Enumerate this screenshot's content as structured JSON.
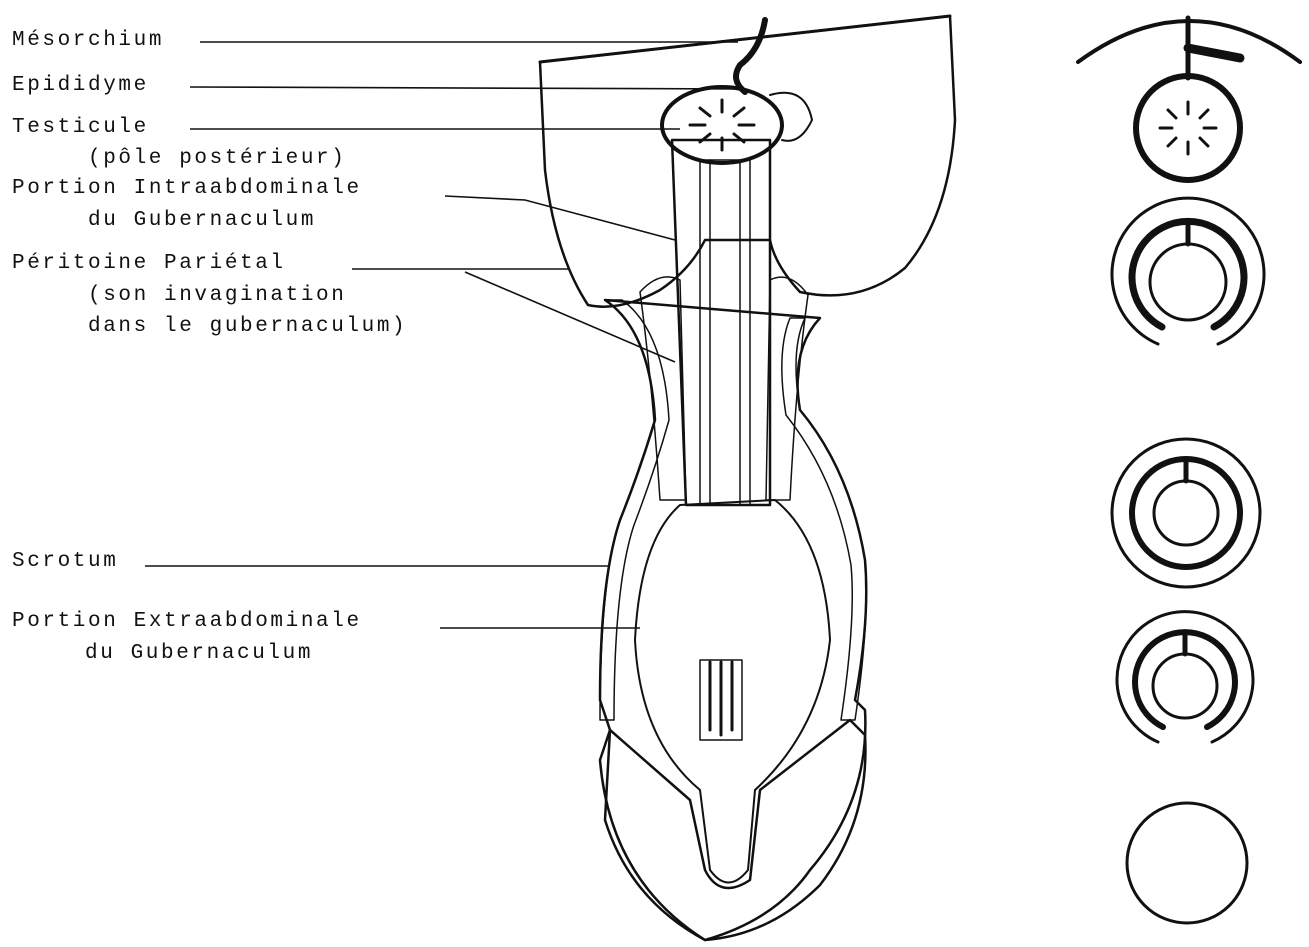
{
  "labels": {
    "mesorchium": "Mésorchium",
    "epididyme": "Epididyme",
    "testicule": "Testicule",
    "testicule_sub": "(pôle postérieur)",
    "intra_line1": "Portion Intraabdominale",
    "intra_line2": "du Gubernaculum",
    "peritoine_line1": "Péritoine Pariétal",
    "peritoine_line2": "(son invagination",
    "peritoine_line3": "dans le gubernaculum)",
    "scrotum": "Scrotum",
    "extra_line1": "Portion Extraabdominale",
    "extra_line2": "du Gubernaculum"
  },
  "cross_sections": [
    {
      "id": "section-1",
      "kind": "testis-with-mesorchium"
    },
    {
      "id": "section-2",
      "kind": "open-ring"
    },
    {
      "id": "section-3",
      "kind": "closed-ring"
    },
    {
      "id": "section-4",
      "kind": "open-ring"
    },
    {
      "id": "section-5",
      "kind": "solid-stippled"
    }
  ]
}
